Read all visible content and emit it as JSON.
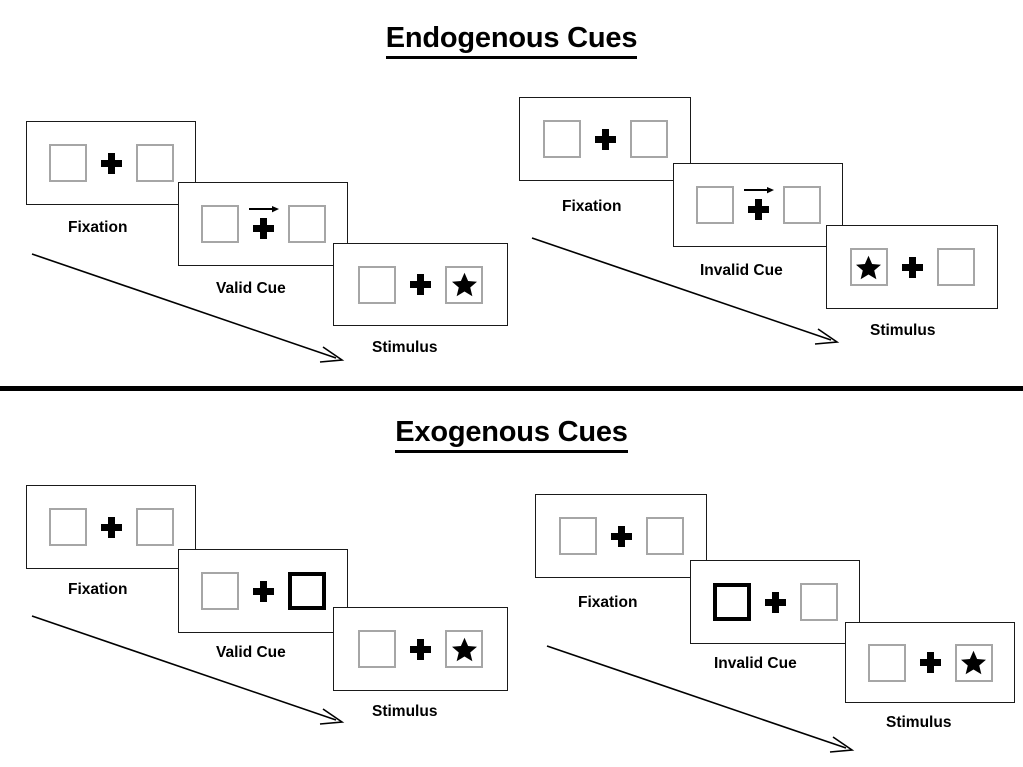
{
  "sections": [
    {
      "id": "endogenous",
      "title": "Endogenous Cues",
      "columns": [
        {
          "id": "endo-valid",
          "cue_type": "arrow",
          "cue_label": "Valid Cue",
          "cue_direction": "right",
          "cued_side": "right",
          "target_side": "right",
          "steps": [
            {
              "label": "Fixation",
              "left_box": "empty",
              "right_box": "empty",
              "center": "plus"
            },
            {
              "label": "Valid Cue",
              "left_box": "empty",
              "right_box": "empty",
              "center": "plus-with-right-arrow"
            },
            {
              "label": "Stimulus",
              "left_box": "empty",
              "right_box": "star",
              "center": "plus"
            }
          ]
        },
        {
          "id": "endo-invalid",
          "cue_type": "arrow",
          "cue_label": "Invalid Cue",
          "cue_direction": "right",
          "cued_side": "right",
          "target_side": "left",
          "steps": [
            {
              "label": "Fixation",
              "left_box": "empty",
              "right_box": "empty",
              "center": "plus"
            },
            {
              "label": "Invalid Cue",
              "left_box": "empty",
              "right_box": "empty",
              "center": "plus-with-right-arrow"
            },
            {
              "label": "Stimulus",
              "left_box": "star",
              "right_box": "empty",
              "center": "plus"
            }
          ]
        }
      ]
    },
    {
      "id": "exogenous",
      "title": "Exogenous Cues",
      "columns": [
        {
          "id": "exo-valid",
          "cue_type": "box-flash",
          "cue_label": "Valid Cue",
          "cued_side": "right",
          "target_side": "right",
          "steps": [
            {
              "label": "Fixation",
              "left_box": "empty",
              "right_box": "empty",
              "center": "plus"
            },
            {
              "label": "Valid Cue",
              "left_box": "empty",
              "right_box": "cued",
              "center": "plus"
            },
            {
              "label": "Stimulus",
              "left_box": "empty",
              "right_box": "star",
              "center": "plus"
            }
          ]
        },
        {
          "id": "exo-invalid",
          "cue_type": "box-flash",
          "cue_label": "Invalid Cue",
          "cued_side": "left",
          "target_side": "right",
          "steps": [
            {
              "label": "Fixation",
              "left_box": "empty",
              "right_box": "empty",
              "center": "plus"
            },
            {
              "label": "Invalid Cue",
              "left_box": "cued",
              "right_box": "empty",
              "center": "plus"
            },
            {
              "label": "Stimulus",
              "left_box": "empty",
              "right_box": "star",
              "center": "plus"
            }
          ]
        }
      ]
    }
  ],
  "icons": {
    "star": "star-icon",
    "fixation_cross": "plus-icon",
    "cue_arrow": "right-arrow-icon",
    "time_flow": "diagonal-time-arrow-icon"
  },
  "colors": {
    "ink": "#000000",
    "panel_border": "#1a1a1a",
    "box_border": "#a6a6a6",
    "cued_box_border": "#000000",
    "background": "#ffffff"
  },
  "labels": {
    "fixation": "Fixation",
    "valid_cue": "Valid Cue",
    "invalid_cue": "Invalid Cue",
    "stimulus": "Stimulus"
  }
}
